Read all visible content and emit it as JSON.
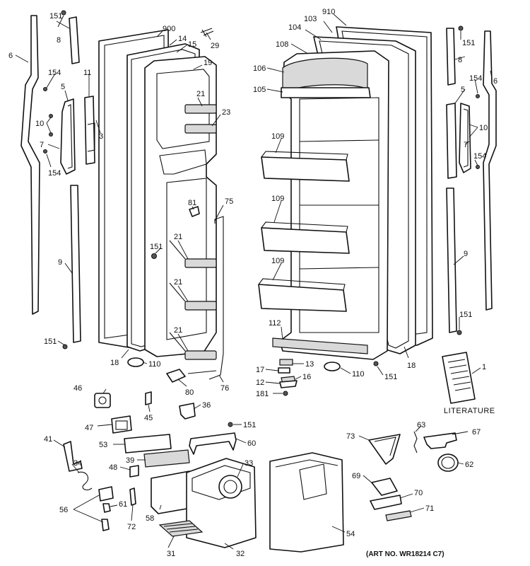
{
  "diagram": {
    "caption": "(ART NO. WR18214 C7)",
    "literature_label": "LITERATURE",
    "callouts": {
      "c151a": "151",
      "c8a": "8",
      "c6a": "6",
      "c154a": "154",
      "c11": "11",
      "c5a": "5",
      "c10a": "10",
      "c3": "3",
      "c7a": "7",
      "c154b": "154",
      "c9a": "9",
      "c151b": "151",
      "c900": "900",
      "c14": "14",
      "c15": "15",
      "c29": "29",
      "c19": "19",
      "c21a": "21",
      "c23": "23",
      "c81": "81",
      "c75": "75",
      "c21b": "21",
      "c151c": "151",
      "c21c": "21",
      "c21d": "21",
      "c18a": "18",
      "c110a": "110",
      "c80": "80",
      "c76": "76",
      "c910": "910",
      "c103": "103",
      "c104": "104",
      "c108": "108",
      "c106": "106",
      "c105": "105",
      "c109a": "109",
      "c109b": "109",
      "c109c": "109",
      "c112": "112",
      "c151d": "151",
      "c8b": "8",
      "c6b": "6",
      "c154c": "154",
      "c5b": "5",
      "c10b": "10",
      "c7b": "7",
      "c154d": "154",
      "c9b": "9",
      "c151e": "151",
      "c18b": "18",
      "c13": "13",
      "c17": "17",
      "c16": "16",
      "c12": "12",
      "c181": "181",
      "c110b": "110",
      "c151f": "151",
      "c1": "1",
      "c46": "46",
      "c45": "45",
      "c36": "36",
      "c47": "47",
      "c151g": "151",
      "c53": "53",
      "c60": "60",
      "c41": "41",
      "c39": "39",
      "c34": "34",
      "c48": "48",
      "c33": "33",
      "c56": "56",
      "c61": "61",
      "c58": "58",
      "c72": "72",
      "c31": "31",
      "c32": "32",
      "c54": "54",
      "c73": "73",
      "c63": "63",
      "c67": "67",
      "c62": "62",
      "c69": "69",
      "c70": "70",
      "c71": "71"
    }
  }
}
